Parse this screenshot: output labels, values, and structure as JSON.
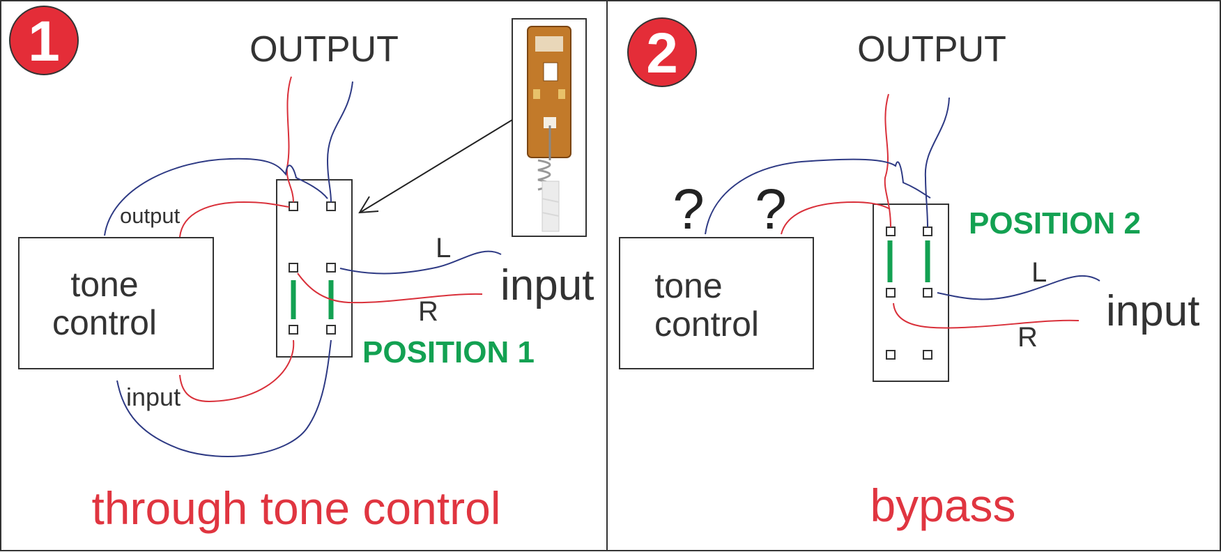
{
  "colors": {
    "red_wire": "#d9303a",
    "blue_wire": "#2e3a84",
    "green": "#13a152",
    "badge": "#e42d38",
    "frame": "#333333",
    "caption": "#e03540"
  },
  "panel1": {
    "badge": "1",
    "output_label": "OUTPUT",
    "box_label_line1": "tone",
    "box_label_line2": "control",
    "output_small": "output",
    "input_small": "input",
    "input_label": "input",
    "left_channel": "L",
    "right_channel": "R",
    "position_label": "POSITION 1",
    "caption": "through tone control",
    "photo_icon": "push-switch-photo-icon"
  },
  "panel2": {
    "badge": "2",
    "output_label": "OUTPUT",
    "box_label_line1": "tone",
    "box_label_line2": "control",
    "question1": "?",
    "question2": "?",
    "input_label": "input",
    "left_channel": "L",
    "right_channel": "R",
    "position_label": "POSITION 2",
    "caption": "bypass"
  }
}
